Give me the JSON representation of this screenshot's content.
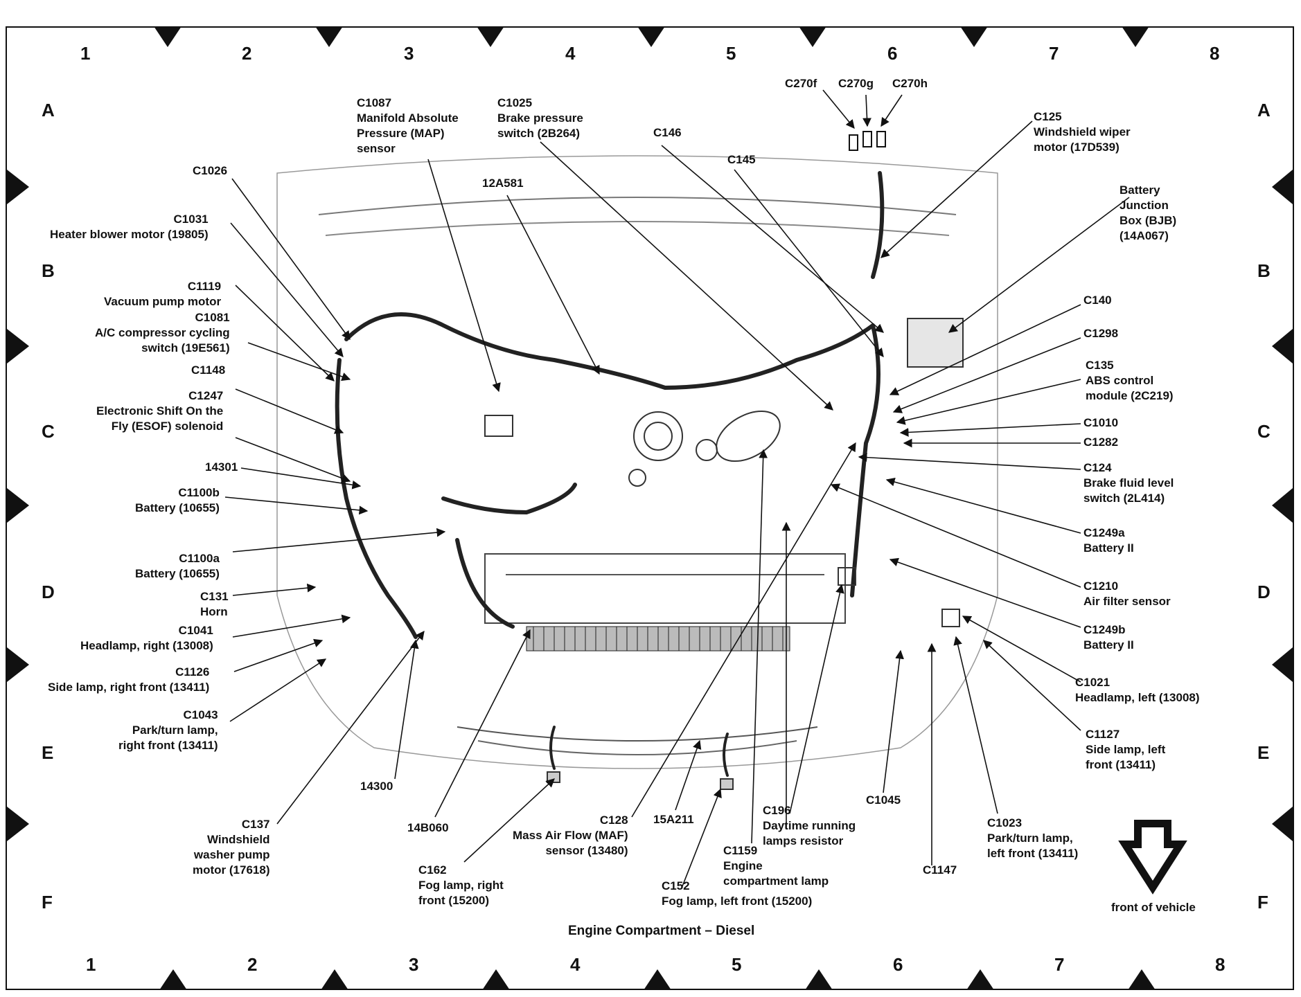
{
  "title": "Engine Compartment – Diesel",
  "arrow_label": "front of vehicle",
  "grid": {
    "columns": [
      "1",
      "2",
      "3",
      "4",
      "5",
      "6",
      "7",
      "8"
    ],
    "rows": [
      "A",
      "B",
      "C",
      "D",
      "E",
      "F"
    ]
  },
  "labels": [
    {
      "id": "c1087",
      "text": "C1087\nManifold Absolute\nPressure (MAP)\nsensor"
    },
    {
      "id": "c1025",
      "text": "C1025\nBrake pressure\nswitch (2B264)"
    },
    {
      "id": "c270f",
      "text": "C270f"
    },
    {
      "id": "c270g",
      "text": "C270g"
    },
    {
      "id": "c270h",
      "text": "C270h"
    },
    {
      "id": "c125",
      "text": "C125\nWindshield wiper\nmotor (17D539)"
    },
    {
      "id": "c146",
      "text": "C146"
    },
    {
      "id": "c145",
      "text": "C145"
    },
    {
      "id": "c1026",
      "text": "C1026"
    },
    {
      "id": "l12a581",
      "text": "12A581"
    },
    {
      "id": "bjb",
      "text": "Battery\nJunction\nBox (BJB)\n(14A067)"
    },
    {
      "id": "c1031",
      "text": "C1031\nHeater blower motor (19805)"
    },
    {
      "id": "c1119",
      "text": "C1119\nVacuum pump motor"
    },
    {
      "id": "c1081",
      "text": "C1081\nA/C compressor cycling\nswitch (19E561)"
    },
    {
      "id": "c140",
      "text": "C140"
    },
    {
      "id": "c1298",
      "text": "C1298"
    },
    {
      "id": "c135",
      "text": "C135\nABS control\nmodule (2C219)"
    },
    {
      "id": "c1148",
      "text": "C1148"
    },
    {
      "id": "c1247",
      "text": "C1247\nElectronic Shift On the\nFly (ESOF) solenoid"
    },
    {
      "id": "c1010",
      "text": "C1010"
    },
    {
      "id": "c1282",
      "text": "C1282"
    },
    {
      "id": "c124",
      "text": "C124\nBrake fluid level\nswitch (2L414)"
    },
    {
      "id": "l14301",
      "text": "14301"
    },
    {
      "id": "c1100b",
      "text": "C1100b\nBattery (10655)"
    },
    {
      "id": "c1249a",
      "text": "C1249a\nBattery II"
    },
    {
      "id": "c1100a",
      "text": "C1100a\nBattery (10655)"
    },
    {
      "id": "c1210",
      "text": "C1210\nAir filter sensor"
    },
    {
      "id": "c131",
      "text": "C131\nHorn"
    },
    {
      "id": "c1041",
      "text": "C1041\nHeadlamp, right (13008)"
    },
    {
      "id": "c1249b",
      "text": "C1249b\nBattery II"
    },
    {
      "id": "c1126",
      "text": "C1126\nSide lamp, right front (13411)"
    },
    {
      "id": "c1021",
      "text": "C1021\nHeadlamp, left (13008)"
    },
    {
      "id": "c1043",
      "text": "C1043\nPark/turn lamp,\nright front (13411)"
    },
    {
      "id": "c1127",
      "text": "C1127\nSide lamp, left\nfront (13411)"
    },
    {
      "id": "l14300",
      "text": "14300"
    },
    {
      "id": "c1045",
      "text": "C1045"
    },
    {
      "id": "c137",
      "text": "C137\nWindshield\nwasher pump\nmotor (17618)"
    },
    {
      "id": "l14b060",
      "text": "14B060"
    },
    {
      "id": "c128",
      "text": "C128\nMass Air Flow (MAF)\nsensor (13480)"
    },
    {
      "id": "l15a211",
      "text": "15A211"
    },
    {
      "id": "c196",
      "text": "C196\nDaytime running\nlamps resistor"
    },
    {
      "id": "c1023",
      "text": "C1023\nPark/turn lamp,\nleft front (13411)"
    },
    {
      "id": "c1159",
      "text": "C1159\nEngine\ncompartment lamp"
    },
    {
      "id": "c1147",
      "text": "C1147"
    },
    {
      "id": "c162",
      "text": "C162\nFog lamp, right\nfront (15200)"
    },
    {
      "id": "c152",
      "text": "C152\nFog lamp, left front (15200)"
    }
  ]
}
